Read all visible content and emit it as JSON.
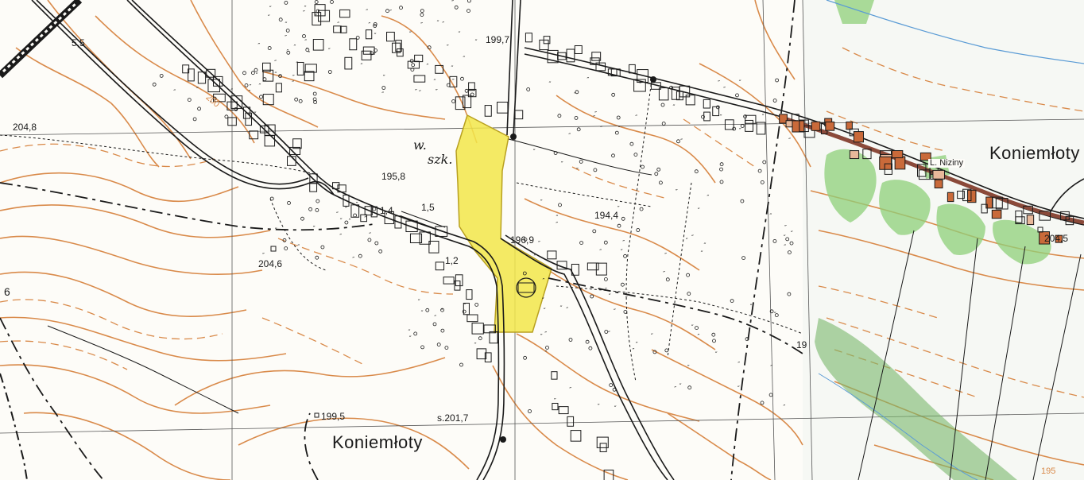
{
  "map": {
    "place_names": {
      "village_south": "Koniemłoty",
      "village_east": "Koniemłoty",
      "locality": "L. Niziny"
    },
    "annotations": {
      "school": "szk.",
      "well": "w.",
      "spring": "s.",
      "bridge_a": "1,4",
      "bridge_b": "1,5",
      "bridge_c": "1,2",
      "scale_num": "5,5",
      "contour_label": "200",
      "contour_label_east": "195",
      "sheet_num": "6"
    },
    "elevations": {
      "e1": "199,7",
      "e2": "204,8",
      "e3": "195,8",
      "e4": "194,4",
      "e5": "196,9",
      "e6": "204,6",
      "e7": "204,5",
      "e8": "199,5",
      "e9": "201,7",
      "e10": "19"
    },
    "colors": {
      "contour": "#d98a4a",
      "highlight": "#f2e64a",
      "highlight_border": "#b8a020",
      "ink": "#1a1a1a",
      "vegetation": "#8fd07a",
      "buildings_built": "#c96a3a",
      "road": "#8b4a3a"
    }
  }
}
